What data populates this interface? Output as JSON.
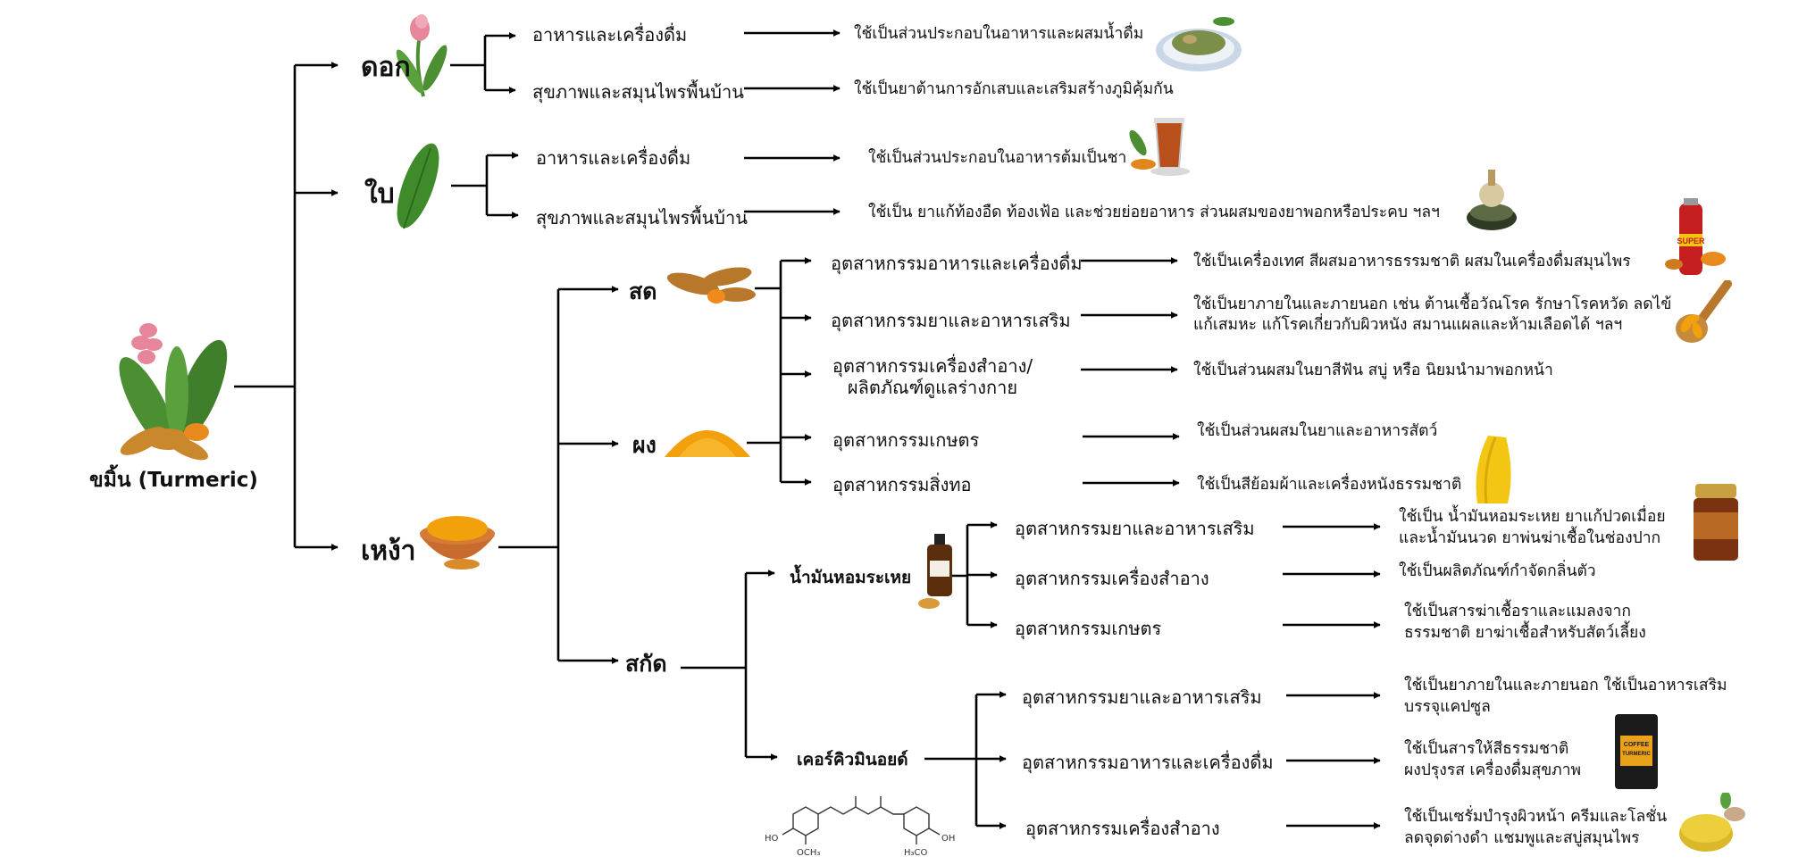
{
  "root": {
    "label": "ขมิ้น (Turmeric)"
  },
  "parts": [
    {
      "label": "ดอก",
      "categories": [
        "อาหารและเครื่องดื่ม",
        "สุขภาพและสมุนไพรพื้นบ้าน"
      ],
      "uses": [
        "ใช้เป็นส่วนประกอบในอาหารและผสมน้ำดื่ม",
        "ใช้เป็นยาต้านการอักเสบและเสริมสร้างภูมิคุ้มกัน"
      ]
    },
    {
      "label": "ใบ",
      "categories": [
        "อาหารและเครื่องดื่ม",
        "สุขภาพและสมุนไพรพื้นบ้าน"
      ],
      "uses": [
        "ใช้เป็นส่วนประกอบในอาหารต้มเป็นชา",
        "ใช้เป็น ยาแก้ท้องอืด ท้องเฟ้อ และช่วยย่อยอาหาร ส่วนผสมของยาพอกหรือประคบ ฯลฯ"
      ]
    },
    {
      "label": "เหง้า"
    }
  ],
  "rhizome": {
    "forms": [
      "สด",
      "ผง",
      "สกัด"
    ],
    "industries": [
      "อุตสาหกรรมอาหารและเครื่องดื่ม",
      "อุตสาหกรรมยาและอาหารเสริม",
      "อุตสาหกรรมเครื่องสำอาง/",
      "ผลิตภัณฑ์ดูแลร่างกาย",
      "อุตสาหกรรมเกษตร",
      "อุตสาหกรรมสิ่งทอ"
    ],
    "uses": [
      "ใช้เป็นเครื่องเทศ สีผสมอาหารธรรมชาติ ผสมในเครื่องดื่มสมุนไพร",
      "ใช้เป็นยาภายในและภายนอก เช่น ต้านเชื้อวัณโรค รักษาโรคหวัด ลดไข้",
      "แก้เสมหะ แก้โรคเกี่ยวกับผิวหนัง  สมานแผลและห้ามเลือดได้ ฯลฯ",
      "ใช้เป็นส่วนผสมในยาสีฟัน สบู่  หรือ นิยมนำมาพอกหน้า",
      "ใช้เป็นส่วนผสมในยาและอาหารสัตว์",
      "ใช้เป็นสีย้อมผ้าและเครื่องหนังธรรมชาติ"
    ]
  },
  "extracts": {
    "oil": {
      "label": "น้ำมันหอมระเหย",
      "industries": [
        "อุตสาหกรรมยาและอาหารเสริม",
        "อุตสาหกรรมเครื่องสำอาง",
        "อุตสาหกรรมเกษตร"
      ],
      "uses": [
        "ใช้เป็น น้ำมันหอมระเหย ยาแก้ปวดเมื่อย",
        "และน้ำมันนวด ยาพ่นฆ่าเชื้อในช่องปาก",
        "ใช้เป็นผลิตภัณฑ์กำจัดกลิ่นตัว",
        "ใช้เป็นสารฆ่าเชื้อราและแมลงจาก",
        "ธรรมชาติ ยาฆ่าเชื้อสำหรับสัตว์เลี้ยง"
      ]
    },
    "curcuminoid": {
      "label": "เคอร์คิวมินอยด์",
      "industries": [
        "อุตสาหกรรมยาและอาหารเสริม",
        "อุตสาหกรรมอาหารและเครื่องดื่ม",
        "อุตสาหกรรมเครื่องสำอาง"
      ],
      "uses": [
        "ใช้เป็นยาภายในและภายนอก ใช้เป็นอาหารเสริม",
        "บรรจุแคปซูล",
        "ใช้เป็นสารให้สีธรรมชาติ",
        "ผงปรุงรส เครื่องดื่มสุขภาพ",
        "ใช้เป็นเซรั่มบำรุงผิวหน้า ครีมและโลชั่น",
        "ลดจุดด่างดำ แชมพูและสบู่สมุนไพร"
      ]
    },
    "structure_labels": [
      "HO",
      "OCH₃",
      "H₃CO",
      "OH"
    ]
  },
  "product_labels": [
    "SUPER",
    "COFFEE",
    "TURMERIC"
  ],
  "colors": {
    "line": "#000000",
    "turmeric": "#f2a00c",
    "leaf": "#3f8a2a",
    "flower": "#e7869b"
  }
}
